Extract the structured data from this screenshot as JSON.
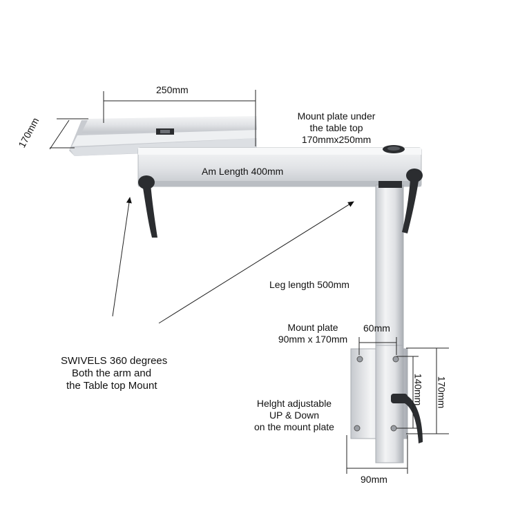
{
  "labels": {
    "plate_width": "250mm",
    "plate_depth": "170mm",
    "mount_plate_lines": [
      "Mount plate under",
      "the table top",
      "170mmx250mm"
    ],
    "arm_length": "Am Length 400mm",
    "leg_length": "Leg length 500mm",
    "bottom_plate_lines": [
      "Mount plate",
      "90mm x 170mm"
    ],
    "bottom_width_60": "60mm",
    "height_140": "140mm",
    "height_170": "170mm",
    "bottom_width_90": "90mm",
    "swivel_lines": [
      "SWIVELS 360 degrees",
      "Both the arm and",
      "the Table top Mount"
    ],
    "height_adjust_lines": [
      "Helght adjustable",
      "UP & Down",
      "on the mount plate"
    ]
  },
  "colors": {
    "aluminum_light": "#eceef0",
    "aluminum_mid": "#c9ccd0",
    "aluminum_dark": "#9ea2a8",
    "knob": "#2b2d30"
  },
  "icons": [
    "clamp-lever-icon",
    "swivel-bearing-icon",
    "screw-icon"
  ]
}
